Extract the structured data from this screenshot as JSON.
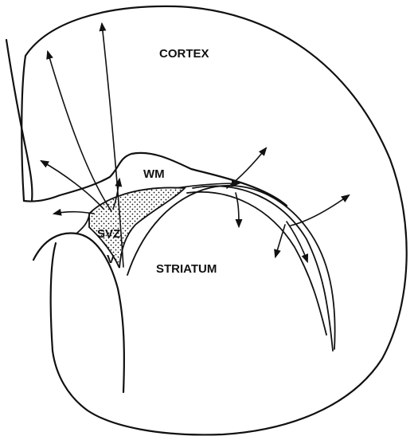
{
  "labels": {
    "cortex": "CORTEX",
    "wm": "WM",
    "svz": "SVZ",
    "v": "V",
    "striatum": "STRIATUM"
  },
  "colors": {
    "ink": "#111111",
    "background": "#ffffff"
  }
}
